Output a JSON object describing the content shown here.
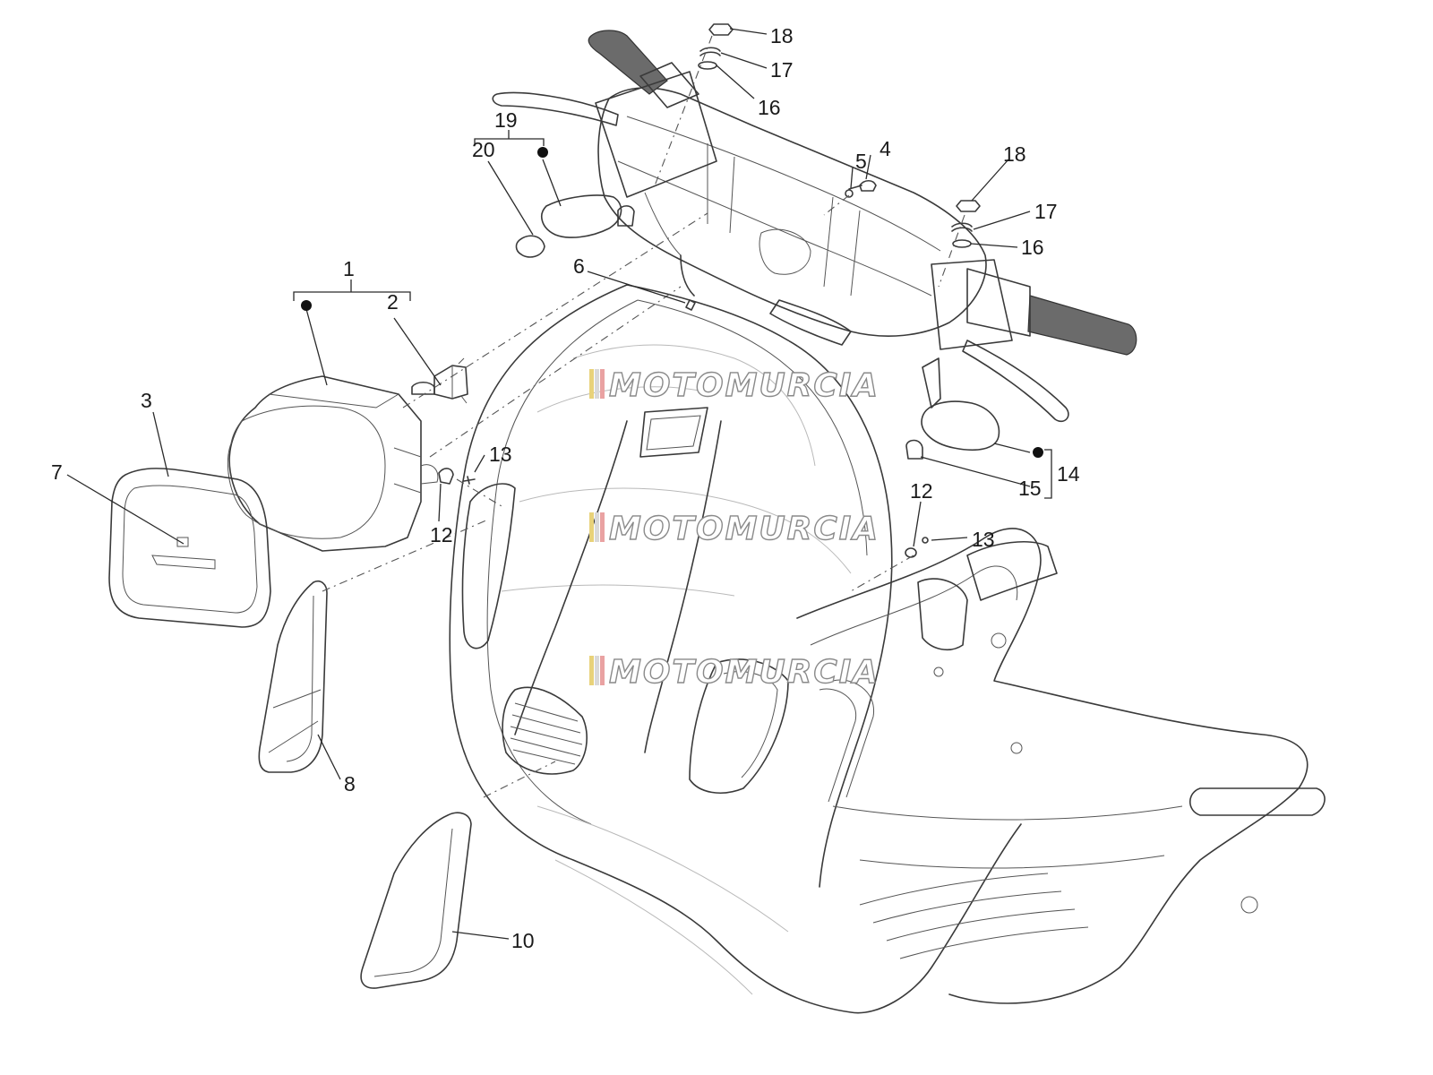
{
  "watermark": {
    "text": "MOTOMURCIA",
    "stripe_colors": [
      "#e8d27a",
      "#d9d9d9",
      "#e9a2a2"
    ]
  },
  "callouts": [
    {
      "id": "c1",
      "label": "1"
    },
    {
      "id": "c2",
      "label": "2"
    },
    {
      "id": "c3",
      "label": "3"
    },
    {
      "id": "c4",
      "label": "4"
    },
    {
      "id": "c5",
      "label": "5"
    },
    {
      "id": "c6",
      "label": "6"
    },
    {
      "id": "c7",
      "label": "7"
    },
    {
      "id": "c8",
      "label": "8"
    },
    {
      "id": "c10",
      "label": "10"
    },
    {
      "id": "c12a",
      "label": "12"
    },
    {
      "id": "c12b",
      "label": "12"
    },
    {
      "id": "c13a",
      "label": "13"
    },
    {
      "id": "c13b",
      "label": "13"
    },
    {
      "id": "c14",
      "label": "14"
    },
    {
      "id": "c15",
      "label": "15"
    },
    {
      "id": "c16a",
      "label": "16"
    },
    {
      "id": "c16b",
      "label": "16"
    },
    {
      "id": "c17a",
      "label": "17"
    },
    {
      "id": "c17b",
      "label": "17"
    },
    {
      "id": "c18a",
      "label": "18"
    },
    {
      "id": "c18b",
      "label": "18"
    },
    {
      "id": "c19",
      "label": "19"
    },
    {
      "id": "c20",
      "label": "20"
    }
  ]
}
